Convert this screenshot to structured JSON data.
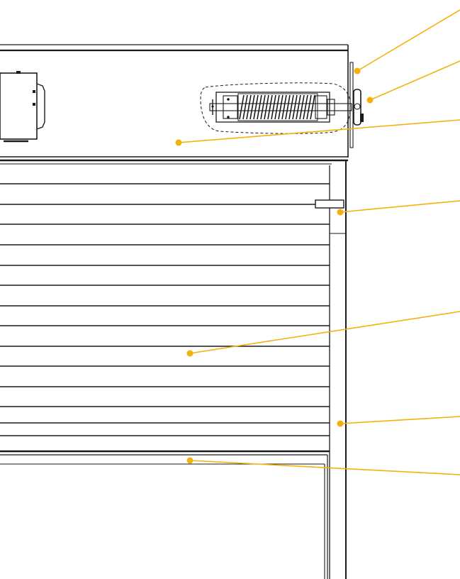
{
  "diagram": {
    "subject": "roller-shutter-door-cross-section",
    "accent_color": "#f4b10b",
    "line_color": "#1a1a1a",
    "background_color": "#ffffff",
    "labels_visible": false,
    "callouts": [
      {
        "id": "bracket-tick",
        "target": "top-bracket"
      },
      {
        "id": "end-plate",
        "target": "drum-end-plate-bearing"
      },
      {
        "id": "hood",
        "target": "roller-hood-cover"
      },
      {
        "id": "guide-stop",
        "target": "guide-rail-stopper"
      },
      {
        "id": "curtain",
        "target": "shutter-curtain-slats"
      },
      {
        "id": "guide-rail",
        "target": "side-guide-rail"
      },
      {
        "id": "bottom-bar",
        "target": "bottom-bar"
      }
    ]
  }
}
